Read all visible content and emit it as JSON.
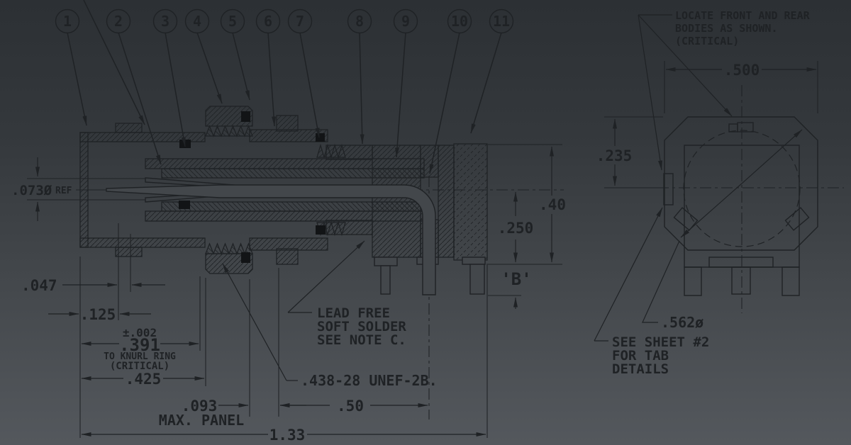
{
  "balloons": [
    "1",
    "2",
    "3",
    "4",
    "5",
    "6",
    "7",
    "8",
    "9",
    "10",
    "11"
  ],
  "dimensions": {
    "pin_ref": ".073Ø",
    "pin_ref_suffix": "REF",
    "d047": ".047",
    "d125": ".125",
    "tol": "±.002",
    "d391": ".391",
    "knurl_note_1": "TO KNURL RING",
    "knurl_note_2": "(CRITICAL)",
    "d425": ".425",
    "d093": ".093",
    "max_panel": "MAX. PANEL",
    "d133": "1.33",
    "d50": ".50",
    "thread": ".438-28 UNEF-2B.",
    "d250": ".250",
    "d40": ".40",
    "b_label": "'B'",
    "d500": ".500",
    "d235": ".235",
    "d562": ".562ø"
  },
  "notes": {
    "locate": [
      "LOCATE FRONT AND REAR",
      "BODIES AS SHOWN.",
      "(CRITICAL)"
    ],
    "solder": [
      "LEAD FREE",
      "SOFT SOLDER",
      "SEE NOTE C."
    ],
    "sheet": [
      "SEE SHEET #2",
      "FOR TAB",
      "DETAILS"
    ]
  },
  "colors": {
    "background_top": "#2c3034",
    "background_bottom": "#54585d",
    "line": "#1f2225"
  }
}
